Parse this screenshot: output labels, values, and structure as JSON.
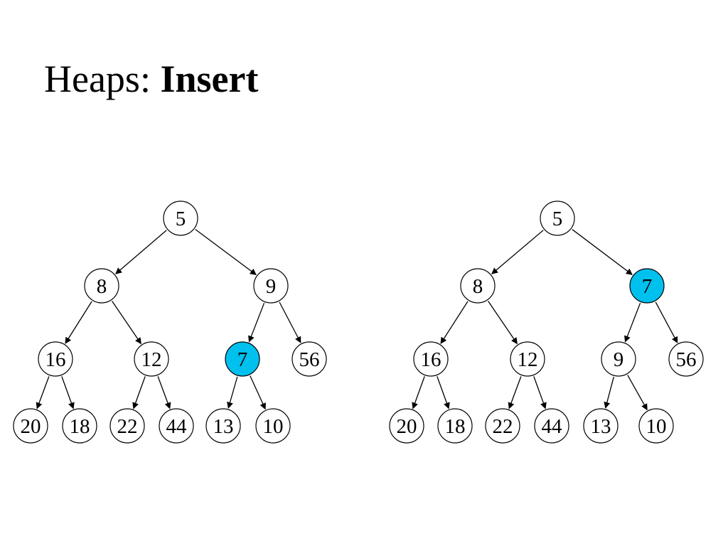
{
  "title": {
    "plain": "Heaps: ",
    "bold": "Insert"
  },
  "colors": {
    "highlight": "#00c0ee",
    "node_fill": "#ffffff",
    "stroke": "#000000"
  },
  "trees": [
    {
      "name": "before",
      "levels": [
        [
          {
            "label": "5"
          }
        ],
        [
          {
            "label": "8"
          },
          {
            "label": "9"
          }
        ],
        [
          {
            "label": "16"
          },
          {
            "label": "12"
          },
          {
            "label": "7",
            "highlight": true
          },
          {
            "label": "56"
          }
        ],
        [
          {
            "label": "20"
          },
          {
            "label": "18"
          },
          {
            "label": "22"
          },
          {
            "label": "44"
          },
          {
            "label": "13"
          },
          {
            "label": "10"
          }
        ]
      ]
    },
    {
      "name": "after",
      "levels": [
        [
          {
            "label": "5"
          }
        ],
        [
          {
            "label": "8"
          },
          {
            "label": "7",
            "highlight": true
          }
        ],
        [
          {
            "label": "16"
          },
          {
            "label": "12"
          },
          {
            "label": "9"
          },
          {
            "label": "56"
          }
        ],
        [
          {
            "label": "20"
          },
          {
            "label": "18"
          },
          {
            "label": "22"
          },
          {
            "label": "44"
          },
          {
            "label": "13"
          },
          {
            "label": "10"
          }
        ]
      ]
    }
  ]
}
